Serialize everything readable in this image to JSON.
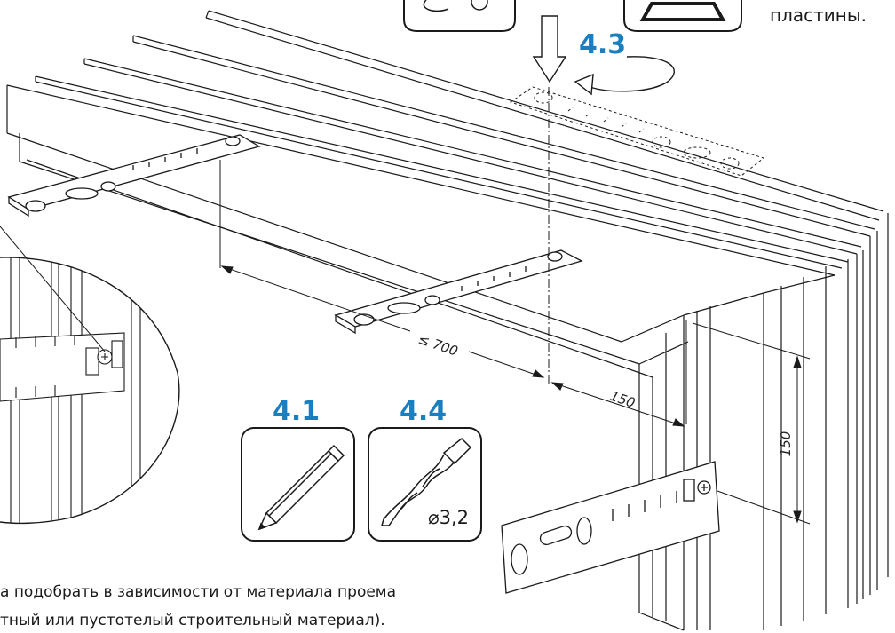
{
  "steps": {
    "s41": "4.1",
    "s43": "4.3",
    "s44": "4.4"
  },
  "dimensions": {
    "max_spacing": "≤ 700",
    "edge_h": "150",
    "edge_v": "150",
    "drill_diameter": "⌀3,2"
  },
  "caption_top_right": "пластины.",
  "note": {
    "line1": "а подобрать в зависимости от материала проема",
    "line2": "тный или пустотелый строительный материал)."
  },
  "icons": {
    "tool_41": "pencil-icon",
    "tool_44": "drill-bit-icon",
    "rotate_43": "rotate-arrow-icon"
  },
  "colors": {
    "accent": "#1a7fc1",
    "line": "#1a1a1a"
  }
}
